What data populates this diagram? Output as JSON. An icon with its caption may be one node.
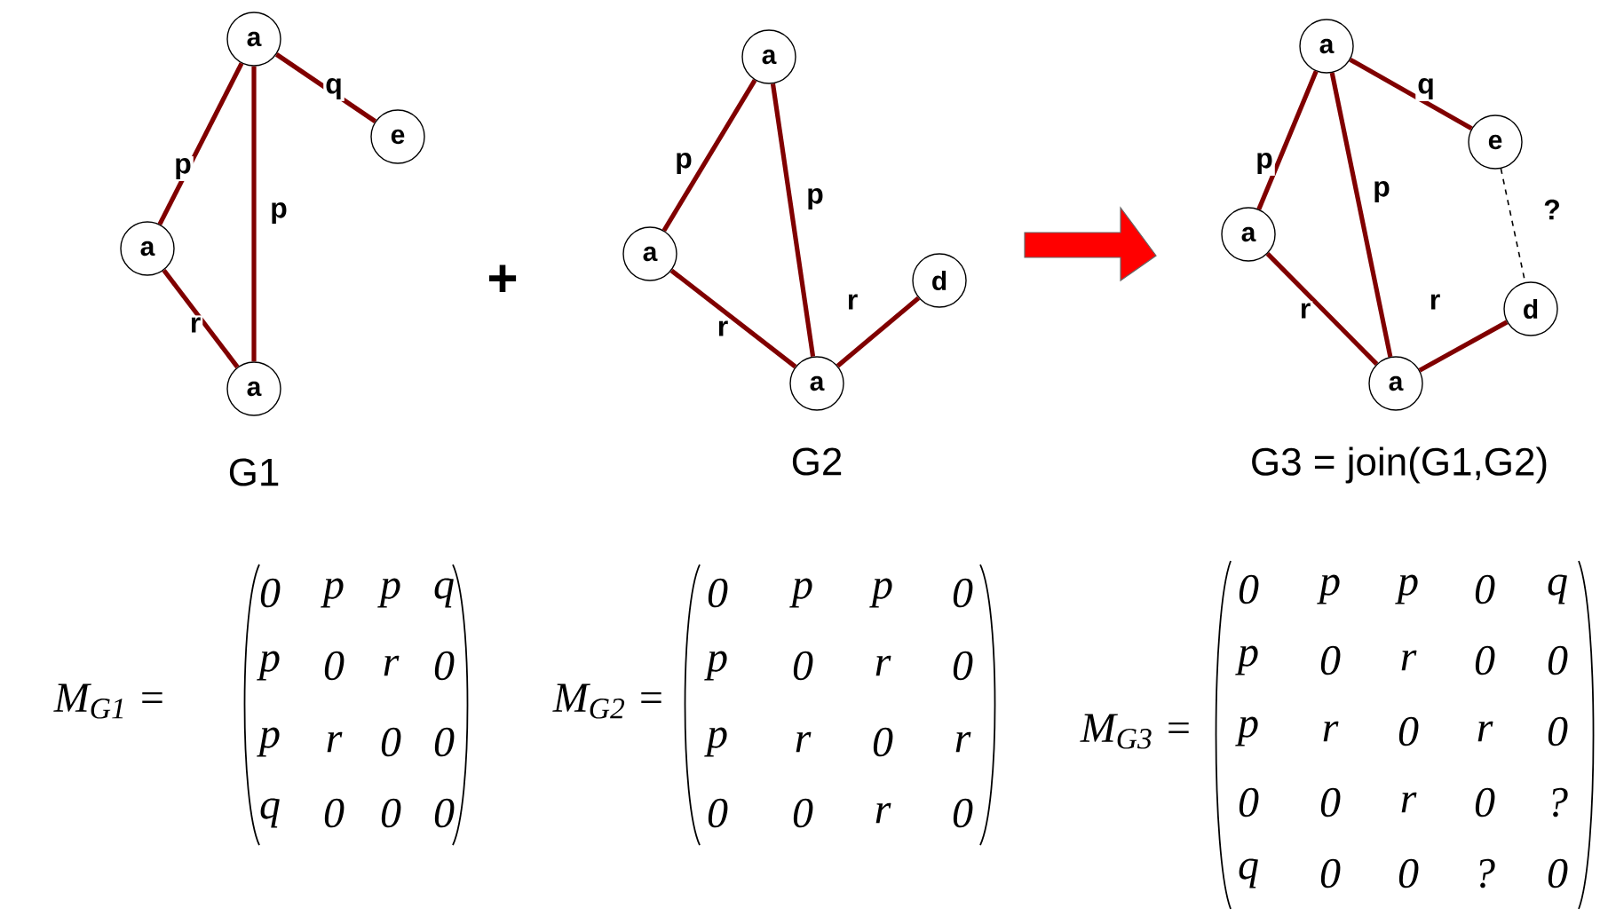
{
  "diagram": {
    "nodes": [
      {
        "text": [
          "a"
        ]
      },
      {
        "text": [
          "e"
        ]
      },
      {
        "text": [
          "a"
        ]
      },
      {
        "text": [
          "a"
        ]
      },
      {
        "text": [
          "a"
        ]
      },
      {
        "text": [
          "a"
        ]
      },
      {
        "text": [
          "d"
        ]
      },
      {
        "text": [
          "a"
        ]
      },
      {
        "text": [
          "a"
        ]
      },
      {
        "text": [
          "e"
        ]
      },
      {
        "text": [
          "a"
        ]
      },
      {
        "text": [
          "d"
        ]
      },
      {
        "text": [
          "a"
        ]
      }
    ],
    "edges": [
      {
        "from": 0,
        "to": 1,
        "arrow": "none",
        "label": "q"
      },
      {
        "from": 0,
        "to": 2,
        "arrow": "none",
        "label": "p"
      },
      {
        "from": 0,
        "to": 3,
        "arrow": "none",
        "label": "p"
      },
      {
        "from": 2,
        "to": 3,
        "arrow": "none",
        "label": "r"
      },
      {
        "from": 4,
        "to": 5,
        "arrow": "none",
        "label": "p"
      },
      {
        "from": 4,
        "to": 7,
        "arrow": "none",
        "label": "p"
      },
      {
        "from": 5,
        "to": 7,
        "arrow": "none",
        "label": "r"
      },
      {
        "from": 7,
        "to": 6,
        "arrow": "none",
        "label": "r"
      },
      {
        "from": 8,
        "to": 9,
        "arrow": "none",
        "label": "q"
      },
      {
        "from": 8,
        "to": 10,
        "arrow": "none",
        "label": "p"
      },
      {
        "from": 8,
        "to": 12,
        "arrow": "none",
        "label": "p"
      },
      {
        "from": 10,
        "to": 12,
        "arrow": "none",
        "label": "r"
      },
      {
        "from": 12,
        "to": 11,
        "arrow": "none",
        "label": "r"
      },
      {
        "from": 9,
        "to": 11,
        "arrow": "none",
        "label": "?",
        "style": "dashed",
        "color": "#000000"
      }
    ],
    "labels": [
      "+",
      "G1",
      "G2",
      "G3 = join(G1,G2)",
      "M$_{G1}$ =",
      "0",
      "p",
      "p",
      "q",
      "p",
      "0",
      "r",
      "0",
      "p",
      "r",
      "0",
      "0",
      "q",
      "0",
      "0",
      "0",
      "M$_{G2}$ =",
      "0",
      "p",
      "p",
      "0",
      "p",
      "0",
      "r",
      "0",
      "p",
      "r",
      "0",
      "r",
      "0",
      "0",
      "r",
      "0",
      "M$_{G3}$ =",
      "0",
      "p",
      "p",
      "0",
      "q",
      "p",
      "0",
      "r",
      "0",
      "0",
      "p",
      "r",
      "0",
      "r",
      "0",
      "0",
      "0",
      "r",
      "0",
      "?",
      "q",
      "0",
      "0",
      "?",
      "0"
    ]
  }
}
